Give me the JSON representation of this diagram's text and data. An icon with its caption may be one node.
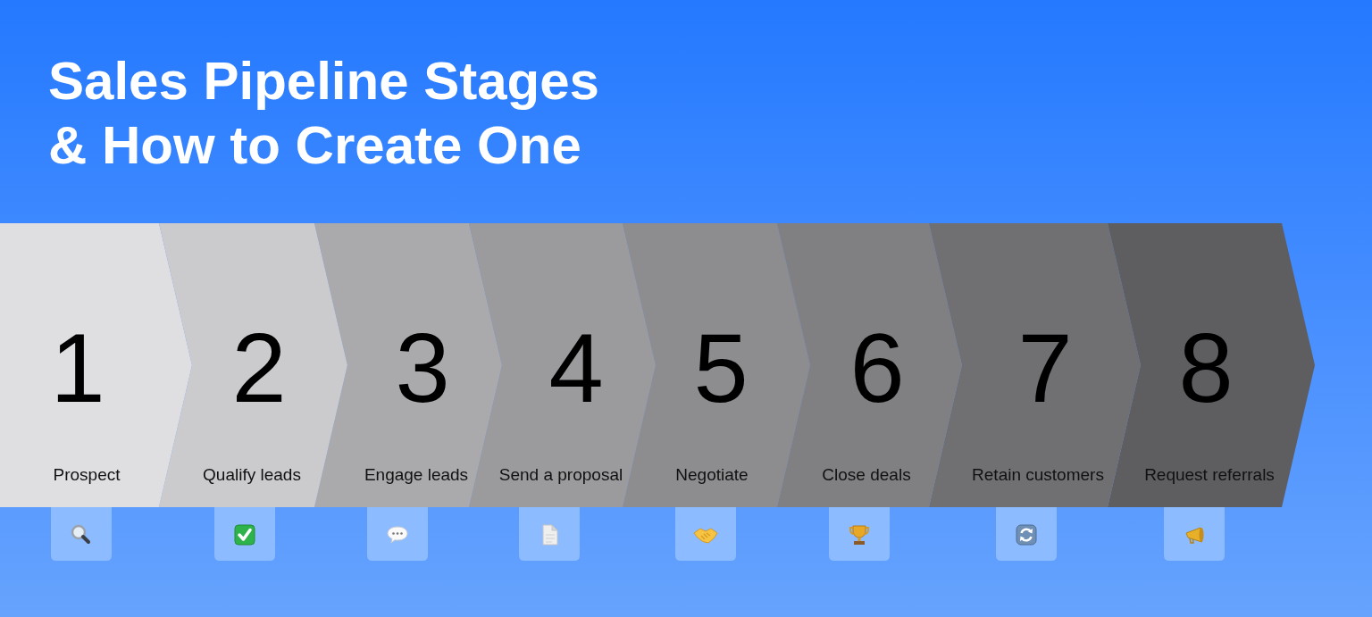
{
  "diagram": {
    "title": "Sales Pipeline Stages & How to Create One",
    "nodes": [
      {
        "text": [
          "1",
          "Prospect"
        ]
      },
      {
        "text": [
          "2",
          "Qualify leads"
        ]
      },
      {
        "text": [
          "3",
          "Engage leads"
        ]
      },
      {
        "text": [
          "4",
          "Send a proposal"
        ]
      },
      {
        "text": [
          "5",
          "Negotiate"
        ]
      },
      {
        "text": [
          "6",
          "Close deals"
        ]
      },
      {
        "text": [
          "7",
          "Retain customers"
        ]
      },
      {
        "text": [
          "8",
          "Request referrals"
        ]
      }
    ]
  }
}
